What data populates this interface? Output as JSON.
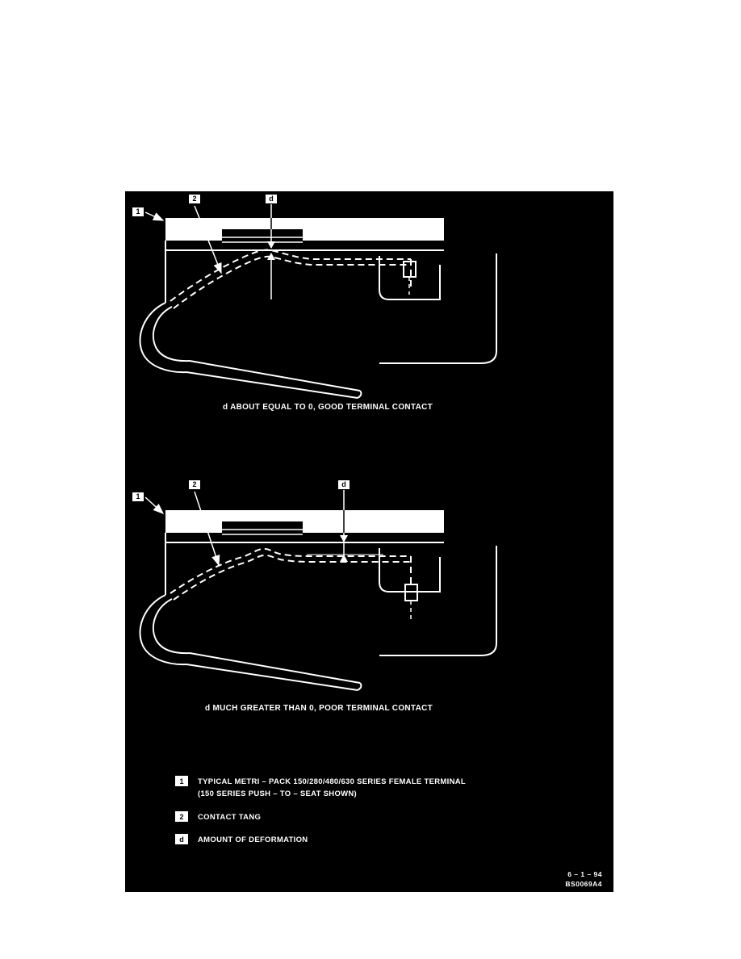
{
  "figures": {
    "fig1": {
      "callout_1": "1",
      "callout_2": "2",
      "callout_d": "d",
      "caption": "d ABOUT EQUAL TO 0, GOOD TERMINAL CONTACT"
    },
    "fig2": {
      "callout_1": "1",
      "callout_2": "2",
      "callout_d": "d",
      "caption": "d MUCH GREATER THAN 0, POOR TERMINAL CONTACT"
    }
  },
  "legend": {
    "items": [
      {
        "key": "1",
        "line1": "TYPICAL METRI – PACK 150/280/480/630 SERIES FEMALE TERMINAL",
        "line2": "(150 SERIES PUSH – TO – SEAT SHOWN)"
      },
      {
        "key": "2",
        "line1": "CONTACT TANG"
      },
      {
        "key": "d",
        "line1": "AMOUNT OF DEFORMATION"
      }
    ]
  },
  "footer": {
    "date": "6 – 1 – 94",
    "code": "BS0069A4"
  },
  "colors": {
    "panel_bg": "#000000",
    "line": "#ffffff",
    "page_bg": "#ffffff"
  }
}
